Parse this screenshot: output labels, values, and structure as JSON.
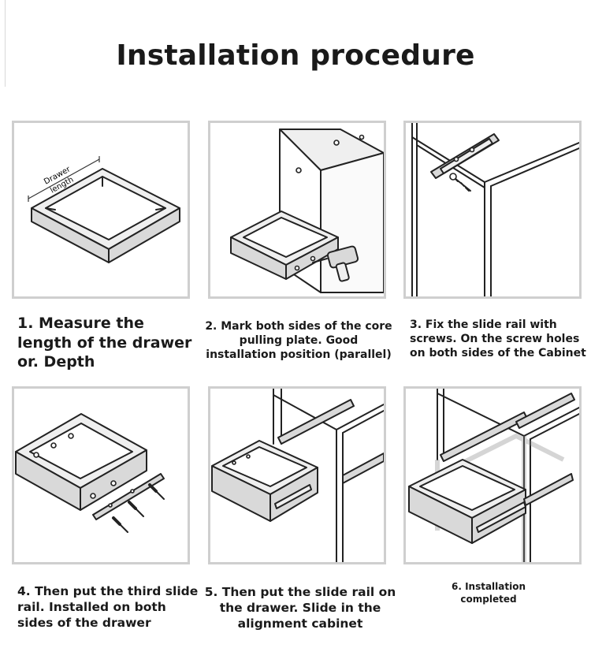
{
  "page": {
    "title": "Installation procedure"
  },
  "steps": [
    {
      "caption": "1. Measure the length of the drawer or. Depth",
      "figure_label_1": "Drawer",
      "figure_label_2": "length"
    },
    {
      "caption": "2. Mark both sides of the core pulling plate. Good installation position (parallel)"
    },
    {
      "caption": "3. Fix the slide rail with screws. On the screw holes on both sides of the Cabinet"
    },
    {
      "caption": "4. Then put the third slide rail. Installed on both sides of the drawer"
    },
    {
      "caption": "5. Then put the slide rail on the drawer. Slide in the alignment cabinet"
    },
    {
      "caption": "6. Installation completed"
    }
  ],
  "icons": {
    "step1": "drawer-measure-icon",
    "step2": "drill-marking-icon",
    "step3": "rail-screw-icon",
    "step4": "drawer-rail-icon",
    "step5": "drawer-insert-icon",
    "step6": "installed-drawer-icon"
  }
}
